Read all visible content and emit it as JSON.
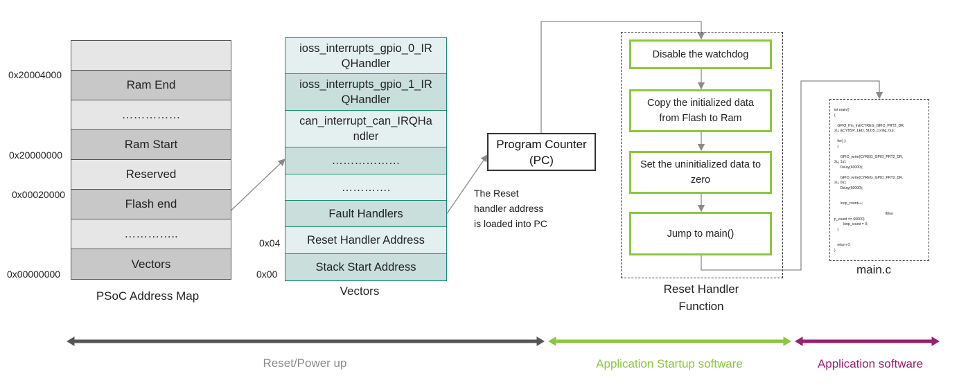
{
  "address_map": {
    "caption": "PSoC Address Map",
    "cells": [
      {
        "label": "",
        "color": "#e6e6e6"
      },
      {
        "label": "Ram End",
        "color": "#c8c8c8"
      },
      {
        "label": "……………",
        "color": "#e6e6e6"
      },
      {
        "label": "Ram Start",
        "color": "#c8c8c8"
      },
      {
        "label": "Reserved",
        "color": "#e6e6e6"
      },
      {
        "label": "Flash end",
        "color": "#c8c8c8"
      },
      {
        "label": "…………..",
        "color": "#e6e6e6"
      },
      {
        "label": "Vectors",
        "color": "#c8c8c8"
      }
    ],
    "addresses": [
      "0x20004000",
      "0x20000000",
      "0x00020000",
      "0x00000000"
    ]
  },
  "vectors": {
    "caption": "Vectors",
    "cells": [
      {
        "label": "ioss_interrupts_gpio_0_IR\nQHandler",
        "color": "#e4f0ef"
      },
      {
        "label": "ioss_interrupts_gpio_1_IR\nQHandler",
        "color": "#c9dfdc"
      },
      {
        "label": "can_interrupt_can_IRQHa\nndler",
        "color": "#e4f0ef"
      },
      {
        "label": "………………",
        "color": "#c9dfdc"
      },
      {
        "label": "………….",
        "color": "#e4f0ef"
      },
      {
        "label": "Fault Handlers",
        "color": "#c9dfdc"
      },
      {
        "label": "Reset Handler Address",
        "color": "#e4f0ef"
      },
      {
        "label": "Stack Start Address",
        "color": "#c9dfdc"
      }
    ],
    "offsets": [
      "0x04",
      "0x00"
    ]
  },
  "program_counter": {
    "label": "Program Counter\n(PC)",
    "note": "The Reset\nhandler address\nis loaded into PC"
  },
  "reset_handler": {
    "caption": "Reset Handler\nFunction",
    "steps": [
      "Disable the watchdog",
      "Copy the initialized data\nfrom Flash to Ram",
      "Set the uninitialized data to\nzero",
      "Jump to main()"
    ],
    "step_color": "#8cc63f"
  },
  "main_file": {
    "caption": "main.c",
    "code": "int main()\n{\n\n   GPIO_Pin_Init(CYREG_GPIO_PRT2_DR,\n2u, &CYBSP_LED_SLD5_config, 0u);\n\n   for(;;)\n   {\n\n      GPIO_write(CYREG_GPIO_PRT2_DR,\n2u, 1u);\n      Delay(60000);\n\n      GPIO_write(CYREG_GPIO_PRT2_DR,\n2u, 0u);\n      Delay(60000);\n\n\n      loop_count++;\n\n                                                   if(loo\np_count == 60000)\n         loop_count = 0;\n   }\n\n\n   return 0;\n}"
  },
  "phases": [
    {
      "label": "Reset/Power up",
      "color": "#555555",
      "text_color": "#8a8a8a"
    },
    {
      "label": "Application Startup software",
      "color": "#8cc63f",
      "text_color": "#8cc63f"
    },
    {
      "label": "Application software",
      "color": "#9b1f6e",
      "text_color": "#9b1f6e"
    }
  ],
  "connector_color": "#8a8a8a"
}
